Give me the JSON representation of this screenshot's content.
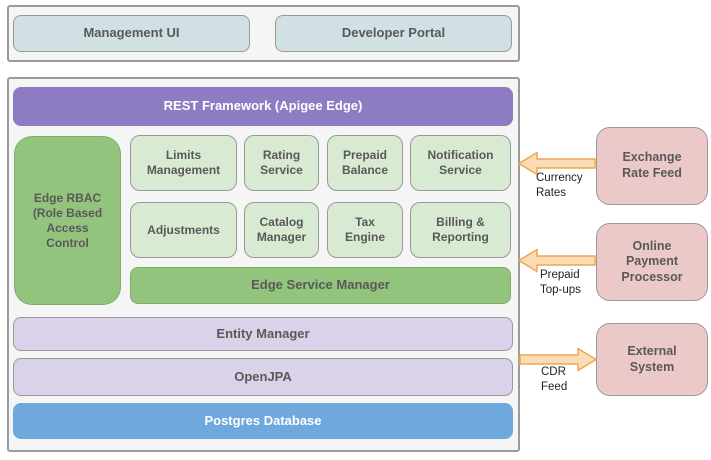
{
  "top": {
    "management_ui": "Management UI",
    "developer_portal": "Developer Portal"
  },
  "stack": {
    "rest_framework": "REST Framework (Apigee Edge)",
    "edge_rbac": "Edge RBAC\n(Role Based\nAccess\nControl",
    "services": [
      {
        "label": "Limits\nManagement"
      },
      {
        "label": "Rating\nService"
      },
      {
        "label": "Prepaid\nBalance"
      },
      {
        "label": "Notification\nService"
      },
      {
        "label": "Adjustments"
      },
      {
        "label": "Catalog\nManager"
      },
      {
        "label": "Tax\nEngine"
      },
      {
        "label": "Billing &\nReporting"
      }
    ],
    "edge_service_manager": "Edge Service Manager",
    "entity_manager": "Entity Manager",
    "openjpa": "OpenJPA",
    "postgres_database": "Postgres Database"
  },
  "external_systems": [
    {
      "label": "Exchange\nRate Feed",
      "flow_label": "Currency\nRates",
      "flow_direction": "inbound"
    },
    {
      "label": "Online\nPayment\nProcessor",
      "flow_label": "Prepaid\nTop-ups",
      "flow_direction": "inbound"
    },
    {
      "label": "External\nSystem",
      "flow_label": "CDR\nFeed",
      "flow_direction": "outbound"
    }
  ],
  "colors": {
    "accent_purple": "#8e7cc3",
    "accent_green": "#93c47d",
    "light_green": "#d9ead3",
    "lavender": "#d9d2e9",
    "accent_blue": "#6fa8dc",
    "cyan_box": "#d0e0e3",
    "pink_box": "#ecc9c9",
    "arrow_fill": "#fcdcb4",
    "arrow_stroke": "#eda652",
    "panel_bg": "#f5f5f5",
    "panel_border": "#9b9b9b",
    "box_border": "#999999",
    "text_gray": "#595959"
  }
}
